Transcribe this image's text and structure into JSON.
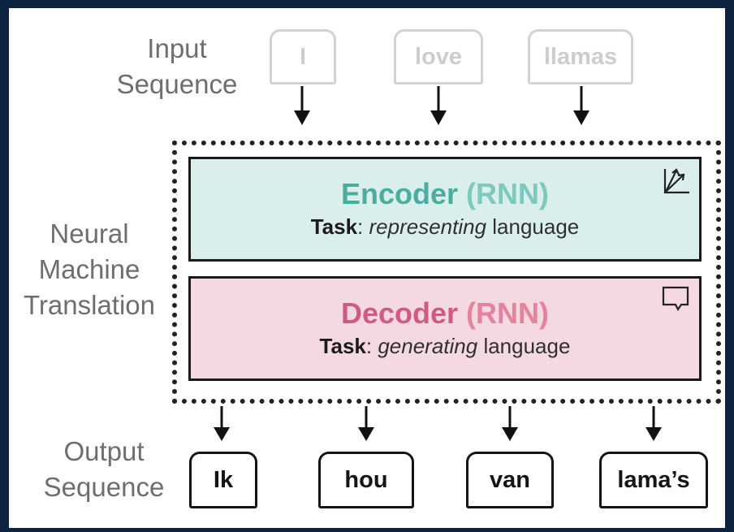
{
  "input_label": [
    "Input",
    "Sequence"
  ],
  "input_tokens": [
    "I",
    "love",
    "llamas"
  ],
  "center_label": [
    "Neural",
    "Machine",
    "Translation"
  ],
  "encoder": {
    "name": "Encoder",
    "type": "(RNN)",
    "task_label": "Task",
    "task_sep": ": ",
    "task_verb": "representing",
    "task_object": " language",
    "icon": "vector-arrows-icon",
    "color": "#4aae9e"
  },
  "decoder": {
    "name": "Decoder",
    "type": "(RNN)",
    "task_label": "Task",
    "task_sep": ": ",
    "task_verb": "generating",
    "task_object": " language",
    "icon": "speech-bubble-icon",
    "color": "#cf5a82"
  },
  "output_label": [
    "Output",
    "Sequence"
  ],
  "output_tokens": [
    "Ik",
    "hou",
    "van",
    "lama’s"
  ]
}
